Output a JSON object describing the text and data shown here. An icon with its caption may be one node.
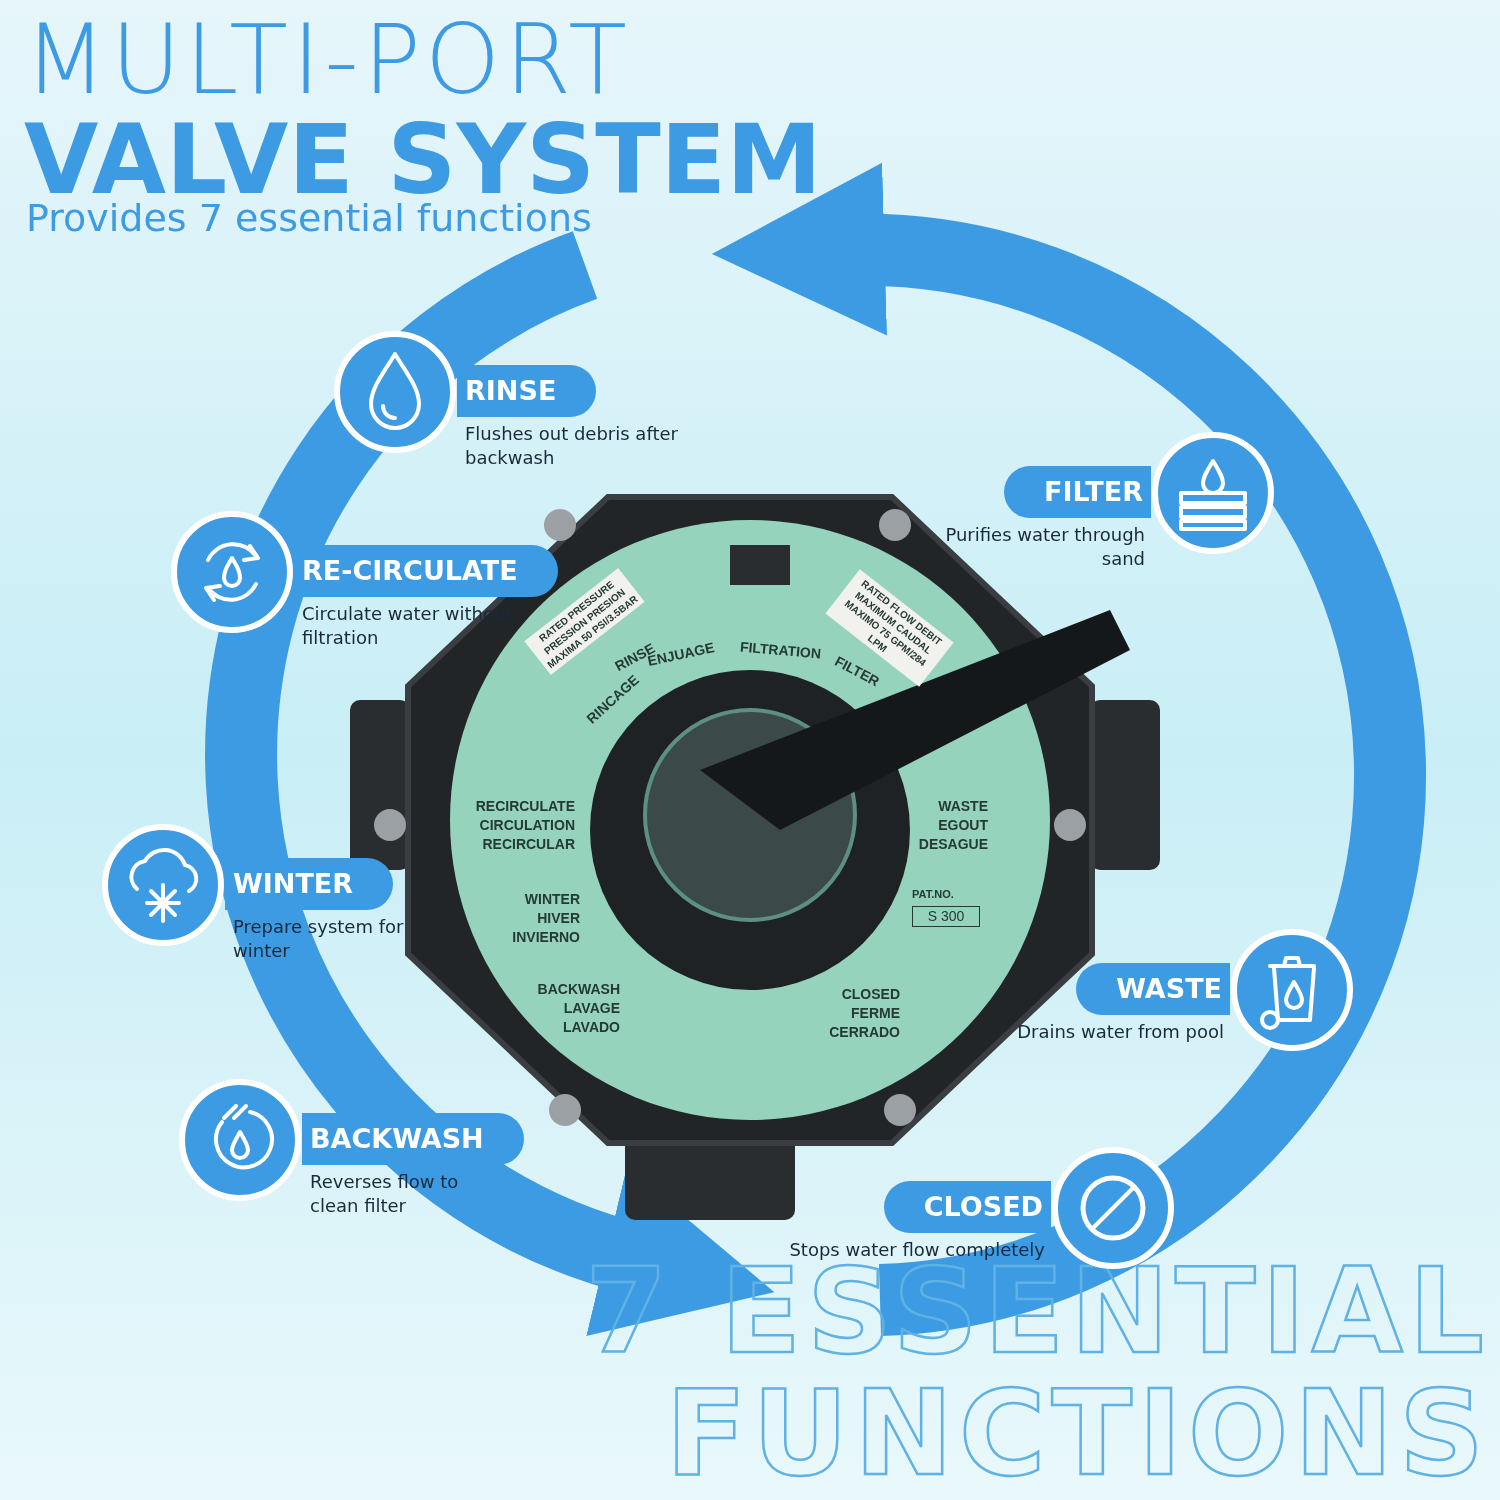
{
  "diagram": {
    "title": "MULTI-PORT **VALVE SYSTEM**",
    "nodes": [
      {
        "text": [
          "RINSE",
          "Flushes out debris after backwash"
        ]
      },
      {
        "text": [
          "FILTER",
          "Purifies water through sand"
        ]
      },
      {
        "text": [
          "RE-CIRCULATE",
          "Circulate water without filtration"
        ]
      },
      {
        "text": [
          "WINTER",
          "Prepare system for winter"
        ]
      },
      {
        "text": [
          "WASTE",
          "Drains water from pool"
        ]
      },
      {
        "text": [
          "BACKWASH",
          "Reverses flow to clean filter"
        ]
      },
      {
        "text": [
          "CLOSED",
          "Stops water flow completely"
        ]
      }
    ],
    "labels": [
      "Provides 7 essential functions",
      "RATED PRESSURE PRESSION PRESION MAXIMA 50 PSI/3.5BAR",
      "RATED FLOW DEBIT MAXIMUM CAUDAL MAXIMO 75 GPM/284 LPM",
      "RINSE",
      "ENJUAGE",
      "FILTRATION",
      "FILTER",
      "RINCAGE",
      "RECIRCULATE CIRCULATION RECIRCULAR",
      "WASTE EGOUT DESAGUE",
      "PAT.NO.",
      "S 300",
      "WINTER HIVER INVIERNO",
      "BACKWASH LAVAGE LAVADO",
      "CLOSED FERME CERRADO",
      "7 ESSENTIAL FUNCTIONS"
    ]
  }
}
